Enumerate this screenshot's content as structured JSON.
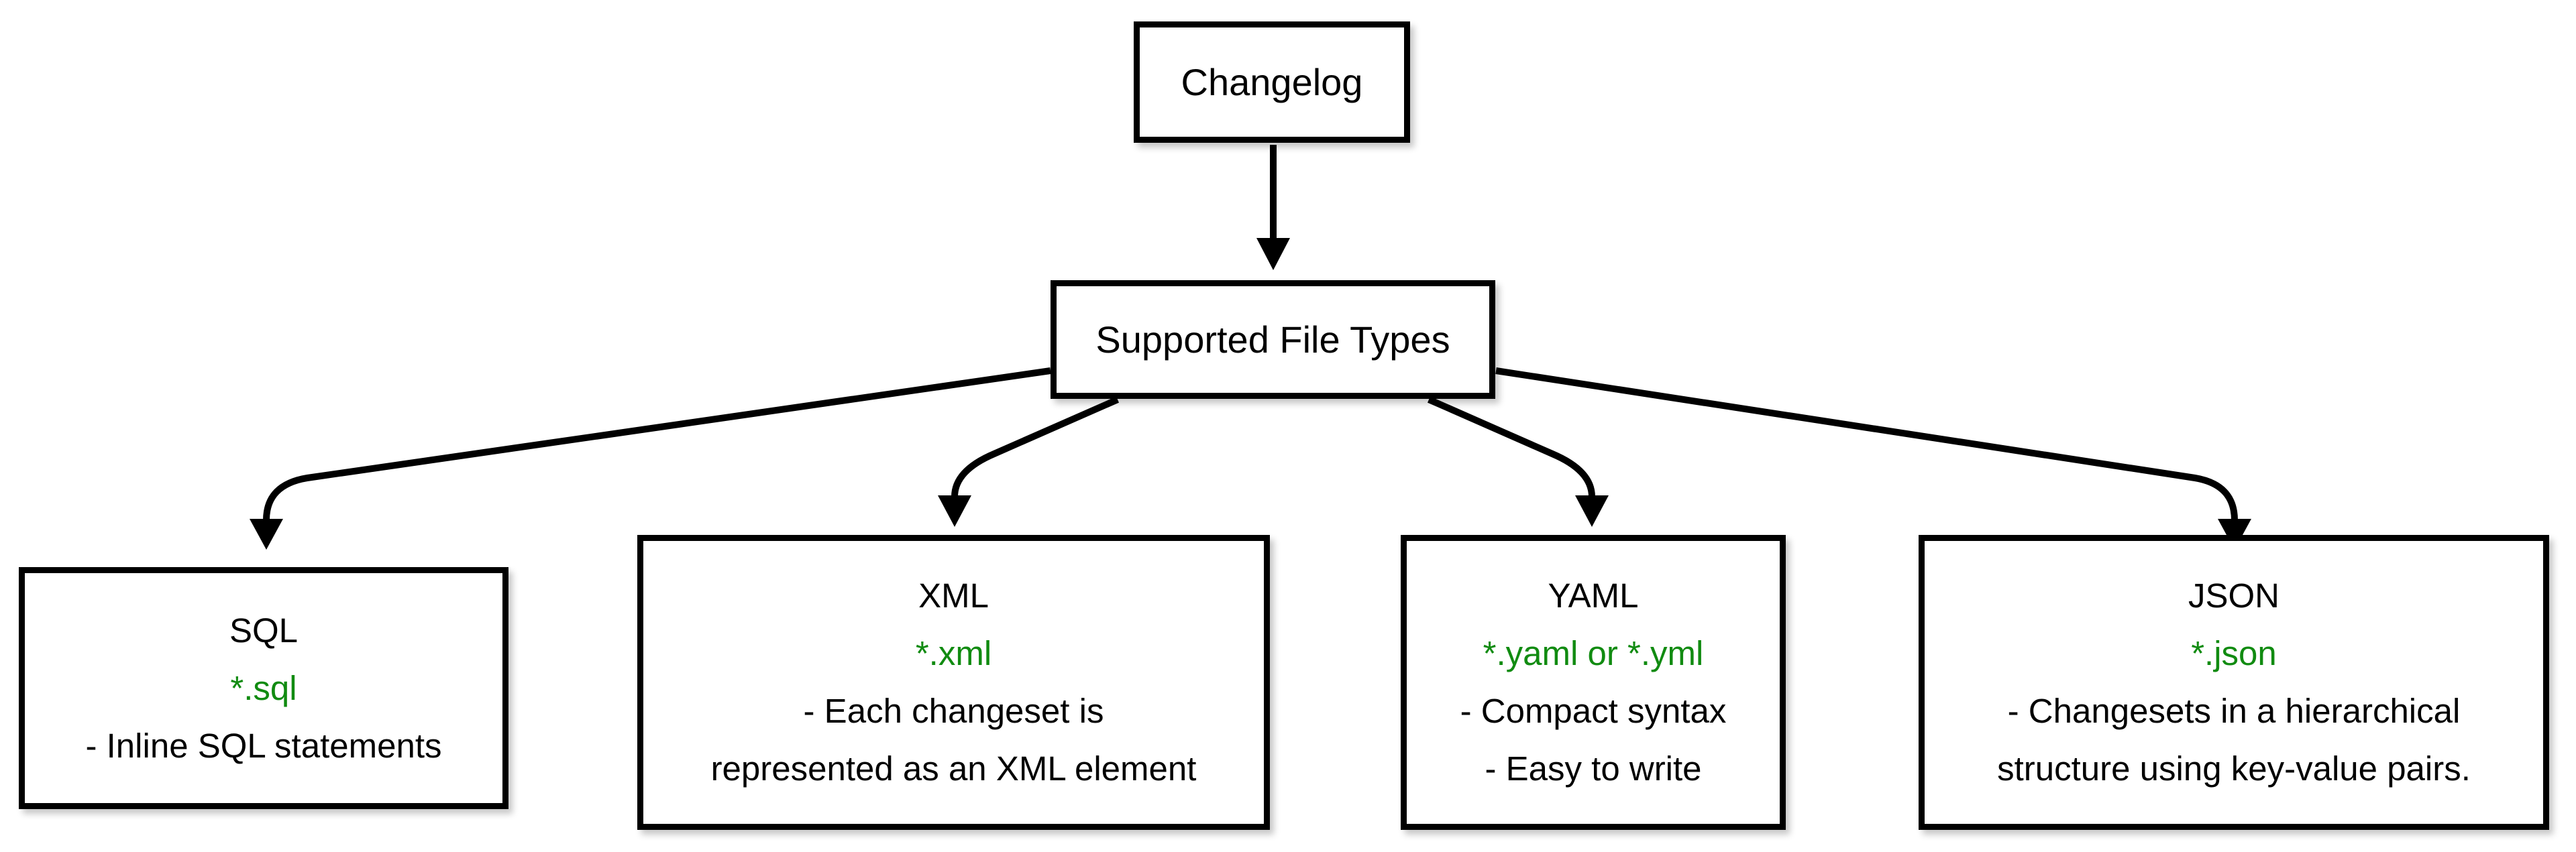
{
  "diagram": {
    "root": {
      "label": "Changelog"
    },
    "hub": {
      "label": "Supported File Types"
    },
    "types": [
      {
        "title": "SQL",
        "extension": "*.sql",
        "description_lines": [
          "- Inline SQL statements"
        ]
      },
      {
        "title": "XML",
        "extension": "*.xml",
        "description_lines": [
          "- Each changeset is",
          "represented as an XML element"
        ]
      },
      {
        "title": "YAML",
        "extension": "*.yaml or *.yml",
        "description_lines": [
          "- Compact syntax",
          "- Easy to write"
        ]
      },
      {
        "title": "JSON",
        "extension": "*.json",
        "description_lines": [
          "- Changesets in a hierarchical",
          "structure using key-value pairs."
        ]
      }
    ],
    "colors": {
      "extension_text": "#118b11",
      "stroke": "#000000",
      "node_fill": "#ffffff",
      "text": "#000000"
    }
  }
}
